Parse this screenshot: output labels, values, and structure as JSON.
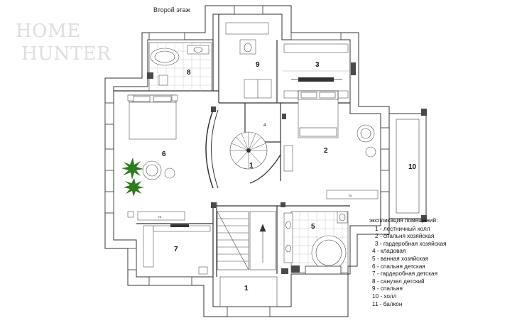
{
  "title": "Второй этаж",
  "logo": {
    "line1": "HOME",
    "line2": "HUNTER"
  },
  "rooms": [
    {
      "id": "r1a",
      "label": "1"
    },
    {
      "id": "r1b",
      "label": "1"
    },
    {
      "id": "r2",
      "label": "2"
    },
    {
      "id": "r3",
      "label": "3"
    },
    {
      "id": "r4",
      "label": "4"
    },
    {
      "id": "r5",
      "label": "5"
    },
    {
      "id": "r6",
      "label": "6"
    },
    {
      "id": "r7",
      "label": "7"
    },
    {
      "id": "r8",
      "label": "8"
    },
    {
      "id": "r9",
      "label": "9"
    },
    {
      "id": "r10",
      "label": "10"
    }
  ],
  "tv_labels": [
    "TB",
    "TB"
  ],
  "legend": {
    "header": "экспликация помещений:",
    "items": [
      "1   - лестничный холл",
      "2   - спальня хозяйская",
      "3   - гардеробная хозяйская",
      "4 - кладовая",
      "5  - ванная хозяйская",
      "6   - спальня детская",
      "7 - гардеробная детская",
      "8 - санузел детский",
      "9 - спальня",
      "10 - холл",
      "11 - балкон"
    ]
  }
}
